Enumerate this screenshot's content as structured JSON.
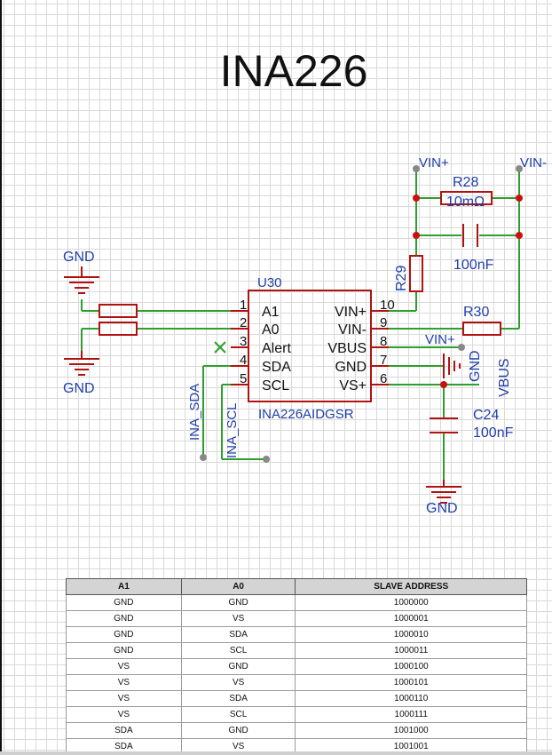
{
  "title": "INA226",
  "ic": {
    "ref": "U30",
    "part": "INA226AIDGSR",
    "left_pins": [
      {
        "num": "1",
        "name": "A1"
      },
      {
        "num": "2",
        "name": "A0"
      },
      {
        "num": "3",
        "name": "Alert"
      },
      {
        "num": "4",
        "name": "SDA"
      },
      {
        "num": "5",
        "name": "SCL"
      }
    ],
    "right_pins": [
      {
        "num": "10",
        "name": "VIN+"
      },
      {
        "num": "9",
        "name": "VIN-"
      },
      {
        "num": "8",
        "name": "VBUS"
      },
      {
        "num": "7",
        "name": "GND"
      },
      {
        "num": "6",
        "name": "VS+"
      }
    ]
  },
  "nets": {
    "gnd_top": "GND",
    "gnd_bottom": "GND",
    "gnd_cap": "GND",
    "gnd_rot": "GND",
    "vin_plus_top": "VIN+",
    "vin_minus_top": "VIN-",
    "vin_plus_mid": "VIN+",
    "vbus": "VBUS",
    "ina_sda": "INA_SDA",
    "ina_scl": "INA_SCL"
  },
  "components": {
    "r28_ref": "R28",
    "r28_value": "10mΩ",
    "cap_value": "100nF",
    "r29_ref": "R29",
    "r30_ref": "R30",
    "c24_ref": "C24",
    "c24_value": "100nF"
  },
  "table": {
    "headers": [
      "A1",
      "A0",
      "SLAVE ADDRESS"
    ],
    "rows": [
      [
        "GND",
        "GND",
        "1000000"
      ],
      [
        "GND",
        "VS",
        "1000001"
      ],
      [
        "GND",
        "SDA",
        "1000010"
      ],
      [
        "GND",
        "SCL",
        "1000011"
      ],
      [
        "VS",
        "GND",
        "1000100"
      ],
      [
        "VS",
        "VS",
        "1000101"
      ],
      [
        "VS",
        "SDA",
        "1000110"
      ],
      [
        "VS",
        "SCL",
        "1000111"
      ],
      [
        "SDA",
        "GND",
        "1001000"
      ],
      [
        "SDA",
        "VS",
        "1001001"
      ]
    ]
  },
  "colors": {
    "wire": "#2e9e2e",
    "component": "#b01212",
    "label": "#1f3ea8",
    "junction": "#cc1010",
    "net_port": "#888888"
  }
}
